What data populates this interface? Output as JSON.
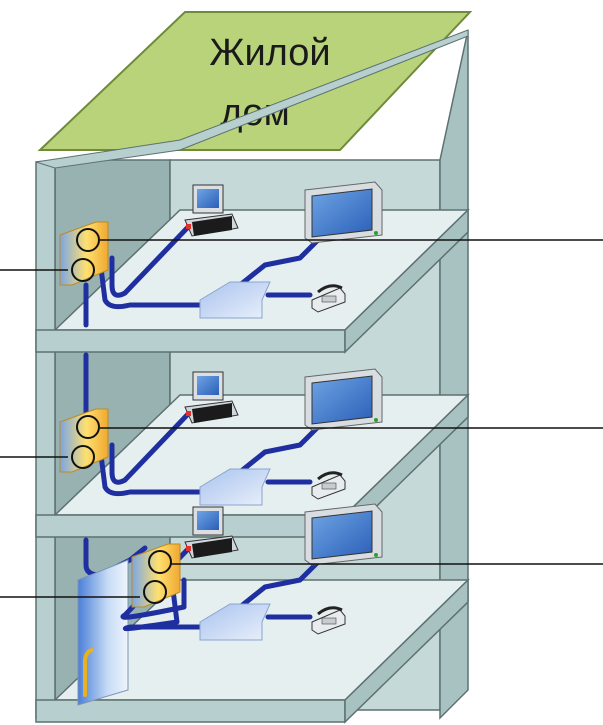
{
  "title": {
    "line1": "Жилой",
    "line2": "дом"
  },
  "colors": {
    "roof": "#b9d37a",
    "wall": "#b8cfcf",
    "wall_dark": "#8ea8a8",
    "floor": "#e6efef",
    "cable": "#1f2fa0",
    "connector": "#f2c233",
    "outline": "#5d7171"
  },
  "floors": [
    {
      "name": "floor-top"
    },
    {
      "name": "floor-middle"
    },
    {
      "name": "floor-bottom"
    }
  ],
  "devices_per_floor": [
    "pc-icon",
    "monitor-icon",
    "router-icon",
    "telephone-icon",
    "wall-socket-icon"
  ]
}
